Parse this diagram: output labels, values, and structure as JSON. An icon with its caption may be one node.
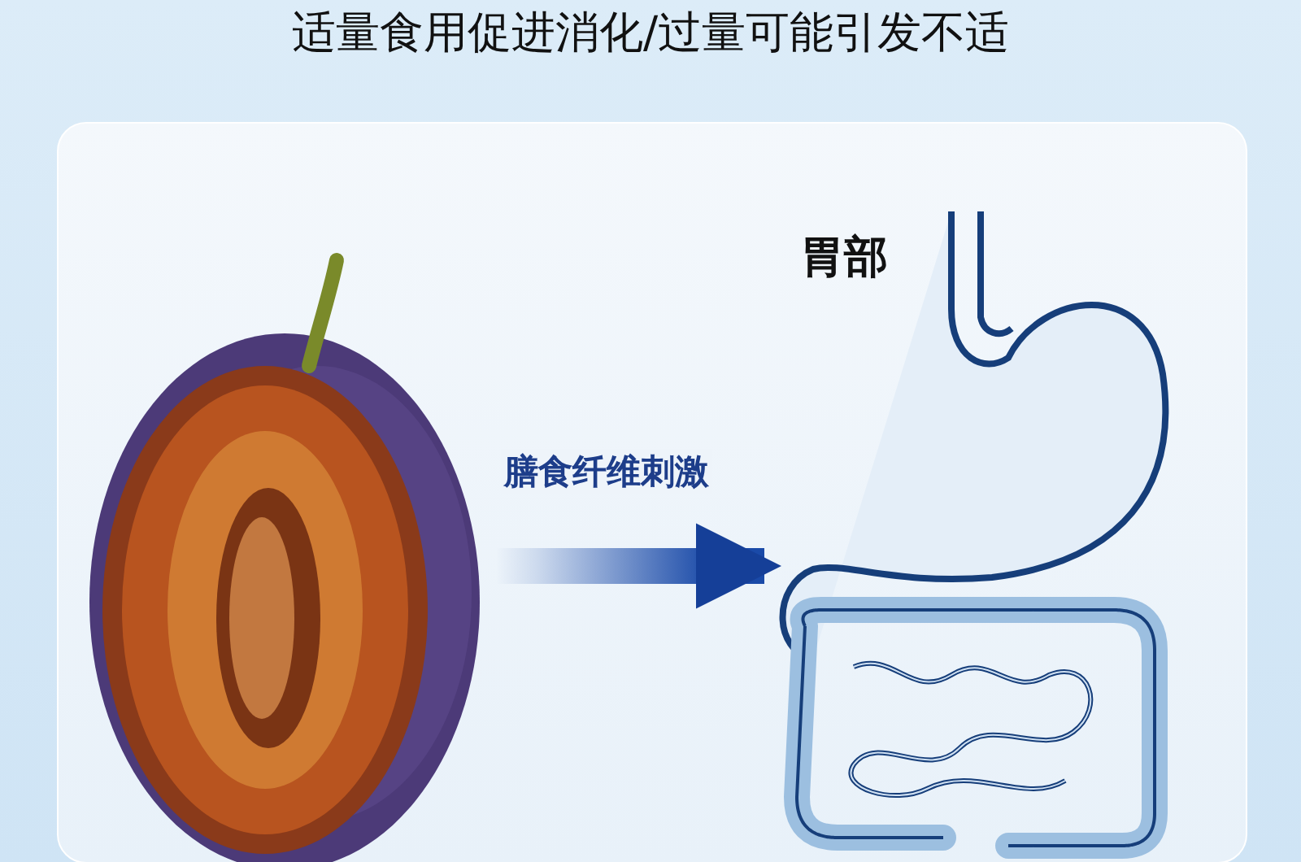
{
  "diagram": {
    "title": "适量食用促进消化/过量可能引发不适",
    "nodes": [
      {
        "text": [],
        "shape": "picture"
      },
      {
        "text": [
          "胃部"
        ]
      }
    ],
    "edges": [
      {
        "from": 0,
        "to": 1,
        "arrow": "to",
        "label": "膳食纤维刺激"
      }
    ]
  }
}
